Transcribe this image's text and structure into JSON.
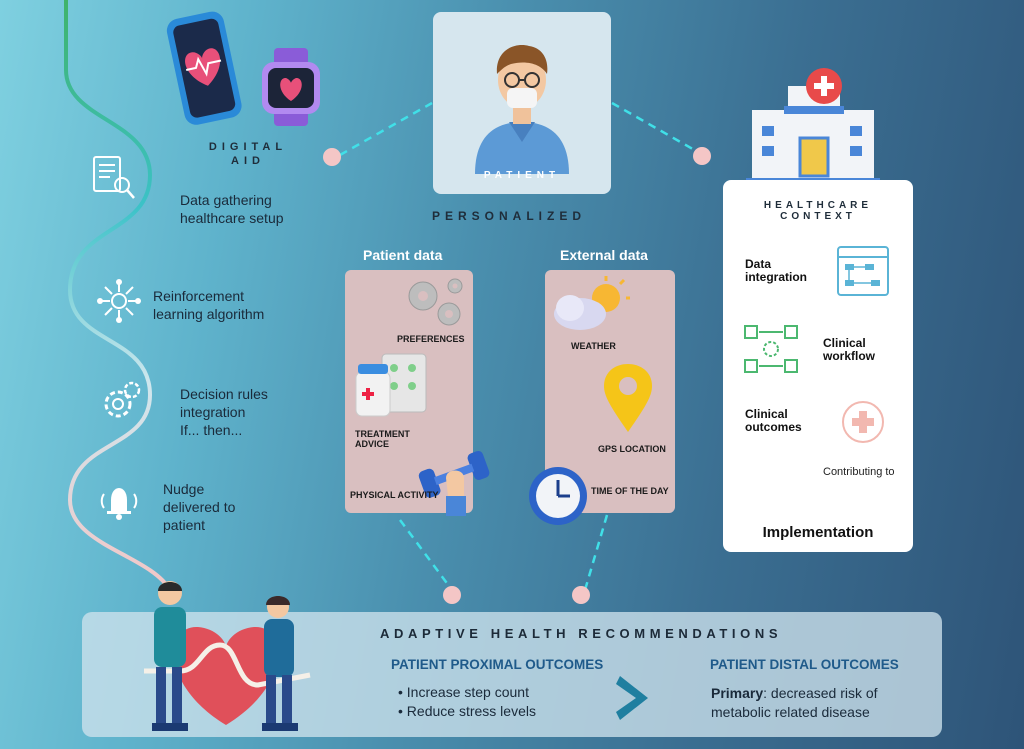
{
  "digital_aid": {
    "line1": "DIGITAL",
    "line2": "AID"
  },
  "patient": {
    "label": "PATIENT"
  },
  "personalized": "PERSONALIZED",
  "steps": [
    {
      "icon": "document-search-icon",
      "lines": [
        "Data gathering",
        "healthcare setup"
      ]
    },
    {
      "icon": "network-gear-icon",
      "lines": [
        "Reinforcement",
        "learning algorithm"
      ]
    },
    {
      "icon": "gear-rules-icon",
      "lines": [
        "Decision rules",
        "integration",
        "If... then..."
      ]
    },
    {
      "icon": "bell-icon",
      "lines": [
        "Nudge",
        "delivered to",
        "patient"
      ]
    }
  ],
  "patient_data": {
    "title": "Patient data",
    "items": [
      "PREFERENCES",
      "TREATMENT\nADVICE",
      "PHYSICAL ACTIVITY"
    ]
  },
  "external_data": {
    "title": "External data",
    "items": [
      "WEATHER",
      "GPS LOCATION",
      "TIME OF THE DAY"
    ]
  },
  "healthcare": {
    "title_line1": "HEALTHCARE",
    "title_line2": "CONTEXT",
    "data_integration": [
      "Data",
      "integration"
    ],
    "clinical_workflow": [
      "Clinical",
      "workflow"
    ],
    "clinical_outcomes": [
      "Clinical",
      "outcomes"
    ],
    "contributing": "Contributing to",
    "implementation": "Implementation"
  },
  "bottom": {
    "title": "ADAPTIVE HEALTH RECOMMENDATIONS",
    "proximal_title": "PATIENT PROXIMAL OUTCOMES",
    "proximal_items": [
      "Increase step count",
      "Reduce stress levels"
    ],
    "distal_title": "PATIENT DISTAL OUTCOMES",
    "distal_bold": "Primary",
    "distal_rest_1": ": decreased risk of",
    "distal_rest_2": "metabolic related disease"
  },
  "colors": {
    "accent_pink": "#f4c6c6",
    "panel": "#d9bfc0",
    "cyan_dash": "#40e0e8",
    "heading_blue": "#1f5a8a"
  }
}
